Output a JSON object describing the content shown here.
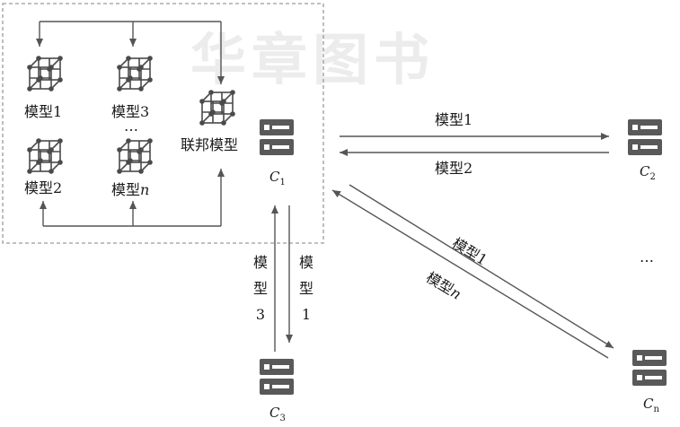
{
  "watermark": "华章图书",
  "local_models": {
    "m1": "模型1",
    "m3": "模型3",
    "ellipsis": "…",
    "m2": "模型2",
    "mn_prefix": "模型",
    "mn_suffix": "n"
  },
  "federated_label": "联邦模型",
  "clients": {
    "c1": {
      "letter": "C",
      "sub": "1"
    },
    "c2": {
      "letter": "C",
      "sub": "2"
    },
    "c3": {
      "letter": "C",
      "sub": "3"
    },
    "cn": {
      "letter": "C",
      "sub": "n"
    },
    "ellipsis": "…"
  },
  "links": {
    "c1_c2_top": "模型1",
    "c1_c2_bottom": "模型2",
    "c1_cn_upper": "模型1",
    "c1_cn_lower_prefix": "模型",
    "c1_cn_lower_suffix": "n",
    "c1_c3_left": [
      "模",
      "型",
      "3"
    ],
    "c1_c3_right": [
      "模",
      "型",
      "1"
    ]
  },
  "colors": {
    "arrow": "#555555",
    "server": "#595959",
    "cube": "#4a4a4a",
    "dashed_border": "#9a9a9a"
  }
}
